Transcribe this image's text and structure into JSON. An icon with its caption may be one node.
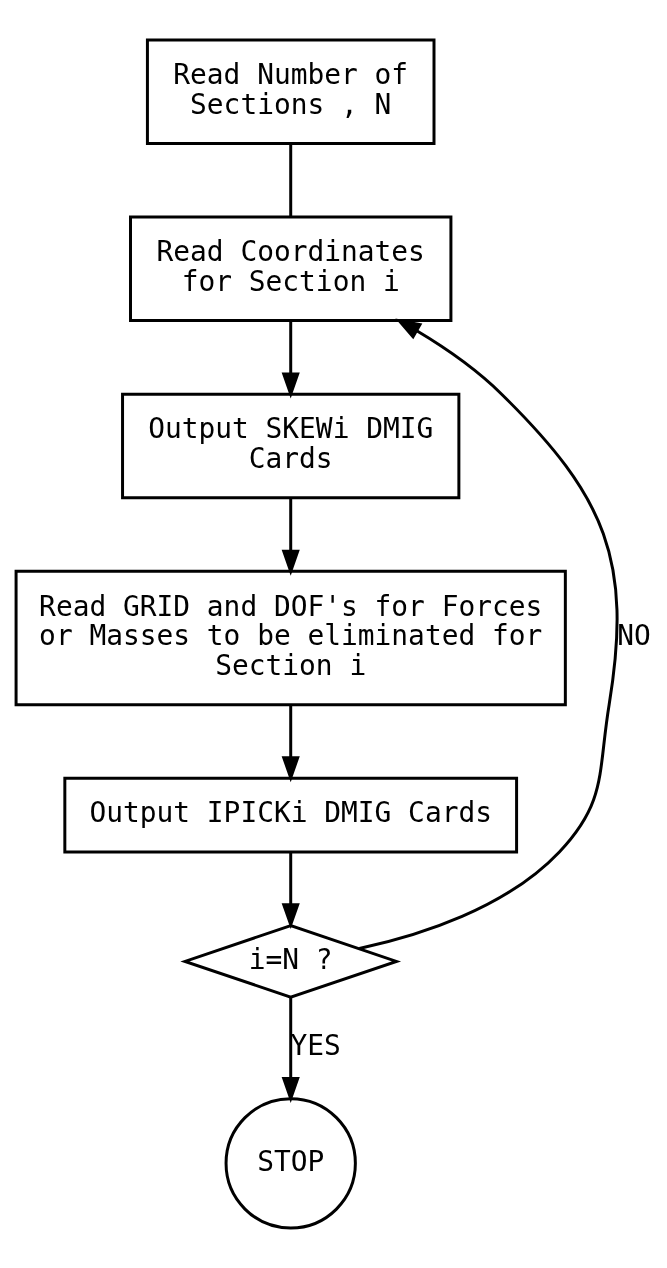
{
  "diagram": {
    "nodes": [
      {
        "text": [
          "Read Number of Sections , N"
        ]
      },
      {
        "text": [
          "Read Coordinates for Section i"
        ]
      },
      {
        "text": [
          "Output SKEWi DMIG Cards"
        ]
      },
      {
        "text": [
          "Read GRID and DOF's for Forces or Masses to be eliminated for Section i"
        ]
      },
      {
        "text": [
          "Output IPICKi DMIG Cards"
        ]
      },
      {
        "text": [
          "i=N ?"
        ]
      },
      {
        "text": [
          "STOP"
        ]
      }
    ],
    "edges": [
      {
        "from": 0,
        "to": 1,
        "arrow": "none"
      },
      {
        "from": 1,
        "to": 2,
        "arrow": "to"
      },
      {
        "from": 2,
        "to": 3,
        "arrow": "to"
      },
      {
        "from": 3,
        "to": 4,
        "arrow": "to"
      },
      {
        "from": 4,
        "to": 5,
        "arrow": "to"
      },
      {
        "from": 5,
        "to": 1,
        "arrow": "to",
        "label": "NO"
      },
      {
        "from": 5,
        "to": 6,
        "arrow": "to",
        "label": "YES"
      }
    ]
  }
}
